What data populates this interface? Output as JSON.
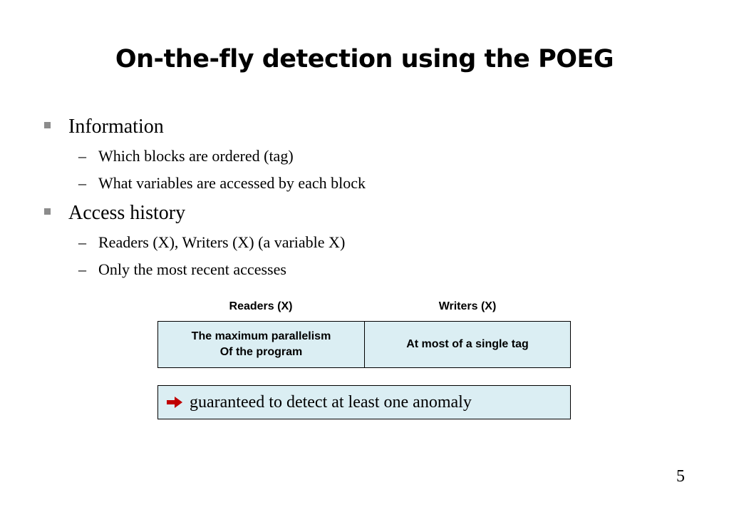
{
  "slide": {
    "title": "On-the-fly detection using the POEG",
    "page_number": "5"
  },
  "bullets": [
    {
      "label": "Information",
      "sub": [
        "Which blocks are ordered (tag)",
        "What variables are accessed by each block"
      ]
    },
    {
      "label": "Access history",
      "sub": [
        "Readers (X), Writers (X) (a variable X)",
        "Only the most recent accesses"
      ]
    }
  ],
  "table": {
    "headers": [
      "Readers (X)",
      "Writers (X)"
    ],
    "readers_line1": "The maximum parallelism",
    "readers_line2": "Of the program",
    "writers": "At most of a single tag",
    "fill_color": "#dbeef3"
  },
  "conclusion": {
    "icon": "right-arrow-icon",
    "icon_color": "#c00000",
    "text": "guaranteed to detect at least one anomaly"
  }
}
